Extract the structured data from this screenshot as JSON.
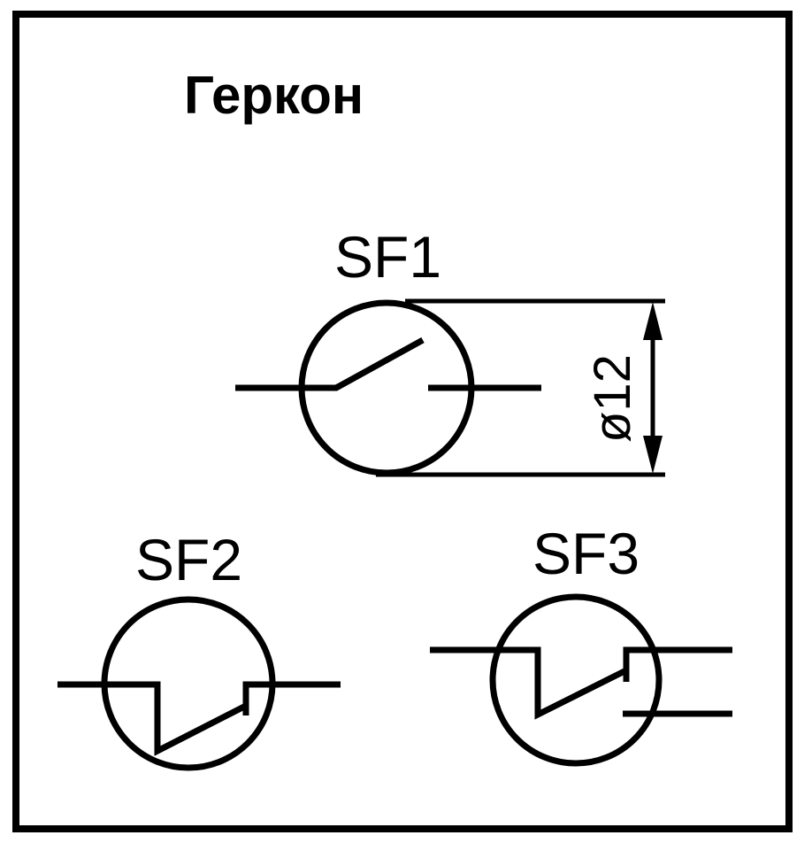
{
  "title": "Геркон",
  "symbols": [
    {
      "label": "SF1"
    },
    {
      "label": "SF2"
    },
    {
      "label": "SF3"
    }
  ],
  "dimension": {
    "label": "ø12"
  },
  "colors": {
    "ink": "#000000",
    "background": "#ffffff"
  }
}
